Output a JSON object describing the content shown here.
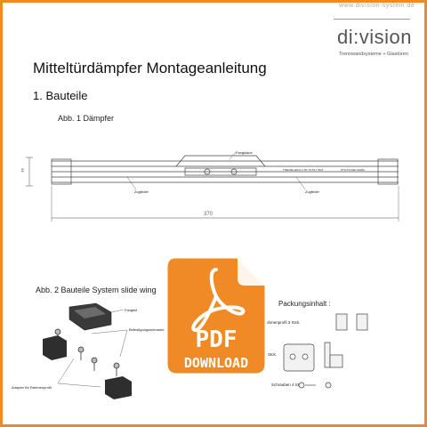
{
  "header": {
    "url": "www.division-system.de",
    "logo": "di:vision",
    "tagline": "Trennwandsysteme + Glastüren"
  },
  "doc": {
    "title": "Mitteltürdämpfer Montageanleitung",
    "section": "1. Bauteile",
    "fig1_caption": "Abb. 1 Dämpfer",
    "fig2_caption": "Abb. 2 Bauteile System slide wing"
  },
  "fig1": {
    "dim_height": "33",
    "dim_length": "370",
    "label_fangklaue": "Fangklaue",
    "label_zugfeder_left": "Zugfeder",
    "label_zugfeder_right": "Zugfeder",
    "label_part_a": "TSM-DE-WD-0.4 TP-75-T0-7-5GT",
    "label_part_b": "PTS-TF-D9F-SG0M"
  },
  "fig2": {
    "label_fangteil": "Fangteil",
    "label_befestigung": "Befestigungsschraube",
    "label_adapter": "Adapter für Rahmenprofil"
  },
  "packing": {
    "title": "Packungsinhalt :",
    "row1": "r Rahmenprofil 3 Stck.",
    "row2": "Stck.",
    "row3": "Schrauben 4 Stck."
  },
  "pdf_badge": {
    "label_top": "PDF",
    "label_bottom": "DOWNLOAD"
  },
  "colors": {
    "accent": "#f08a24",
    "badge_bg": "#f08a24"
  }
}
